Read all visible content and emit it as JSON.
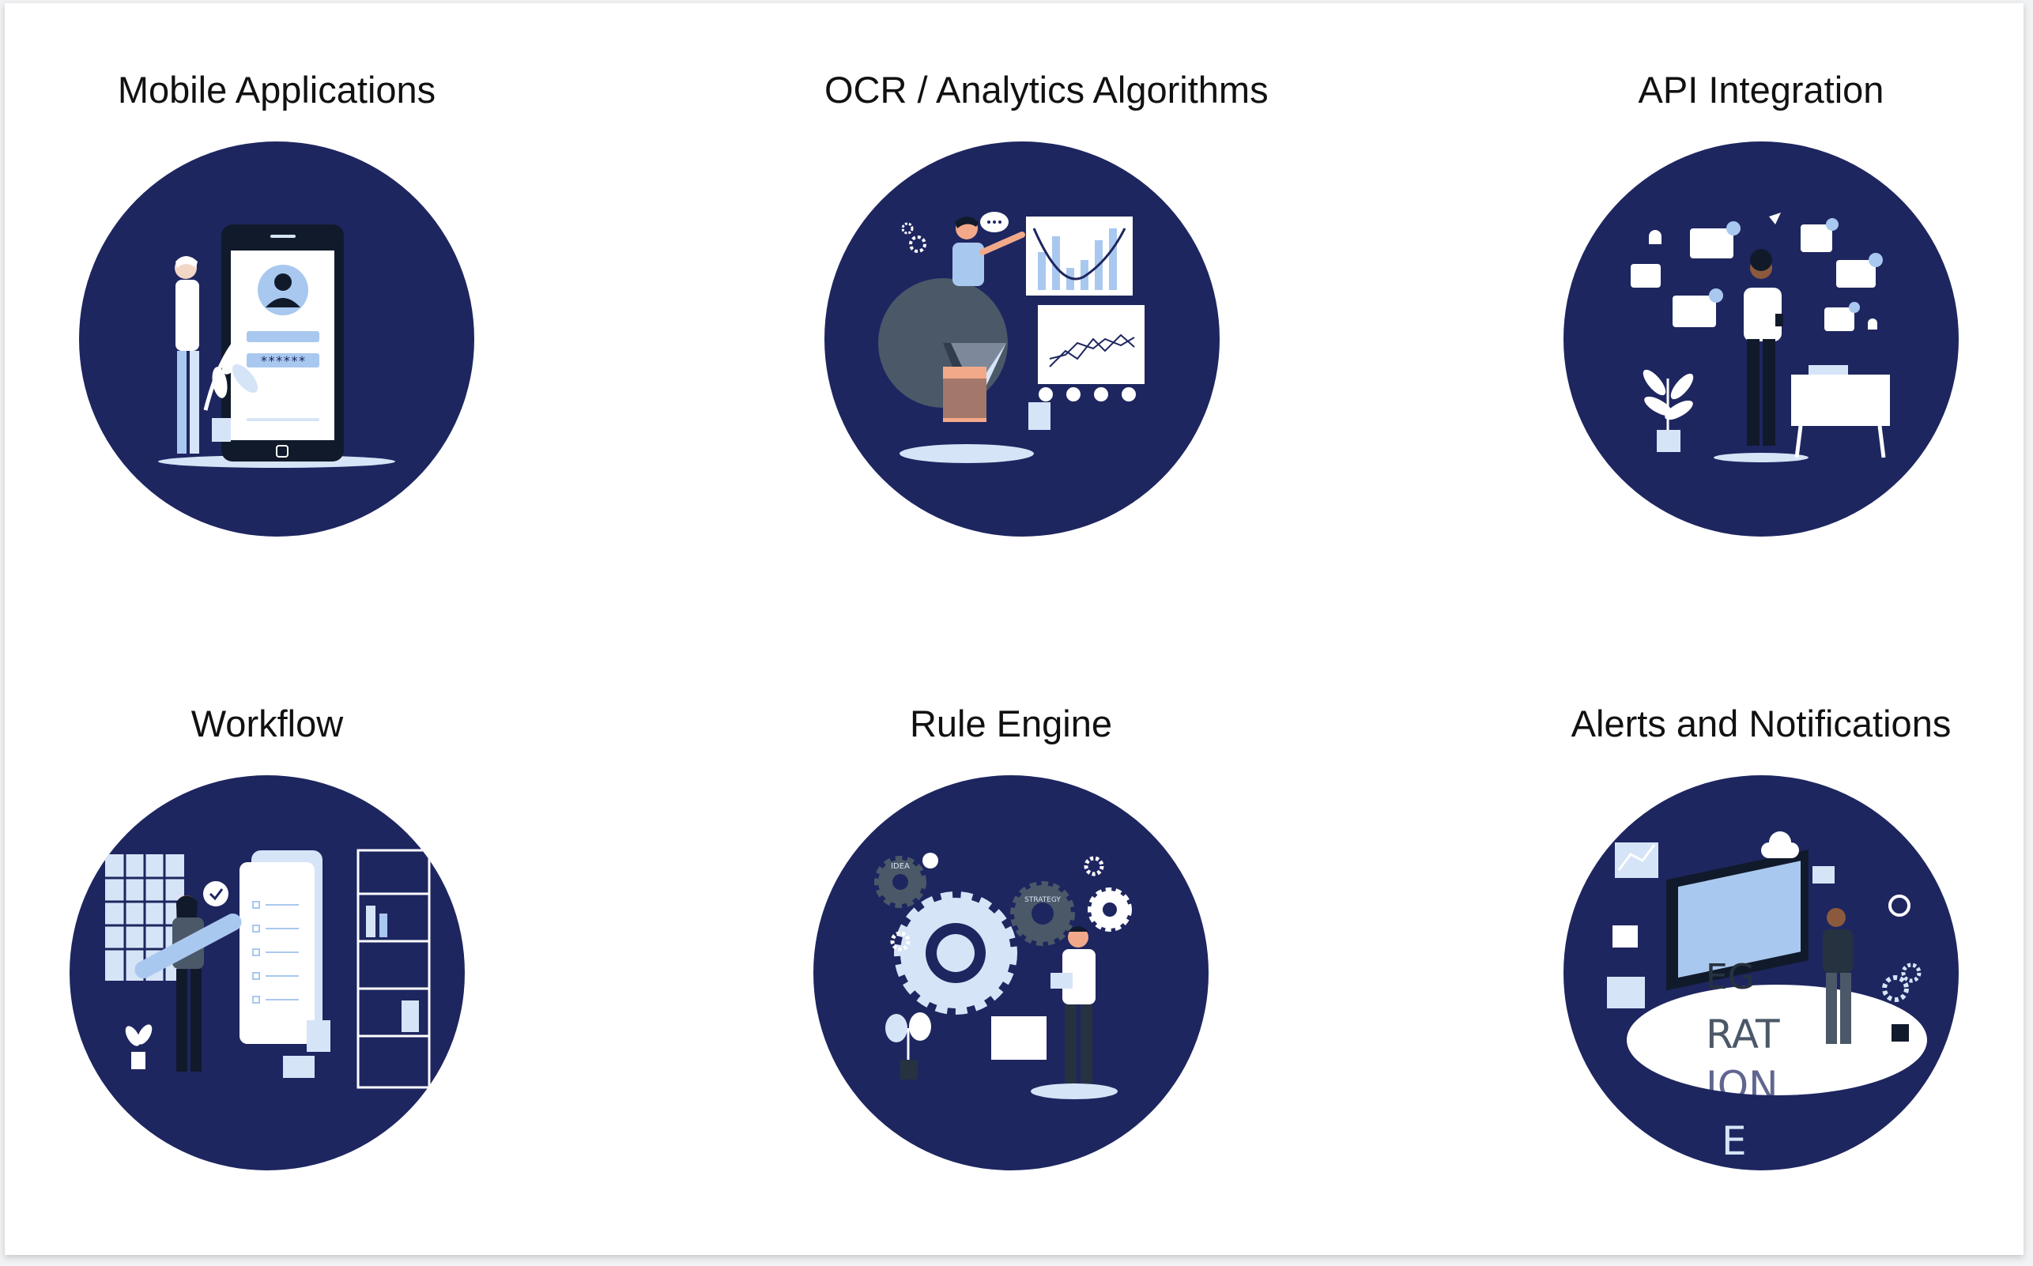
{
  "features": [
    {
      "title": "Mobile Applications",
      "icon": "mobile-app-icon"
    },
    {
      "title": "OCR / Analytics Algorithms",
      "icon": "analytics-icon"
    },
    {
      "title": "API Integration",
      "icon": "api-integration-icon"
    },
    {
      "title": "Workflow",
      "icon": "workflow-icon"
    },
    {
      "title": "Rule Engine",
      "icon": "rule-engine-icon"
    },
    {
      "title": "Alerts and Notifications",
      "icon": "alerts-notifications-icon"
    }
  ],
  "illustration_text": {
    "password_mask": "******",
    "strategy_gear": "STRATEGY",
    "idea_gear": "IDEA",
    "integration_letters": [
      "EG",
      "RAT",
      "ION",
      "E"
    ]
  },
  "colors": {
    "circle": "#1e2660",
    "light": "#d6e4f7",
    "accent": "#a9c8ef",
    "skin": "#f2a98a",
    "dark": "#26323f"
  }
}
